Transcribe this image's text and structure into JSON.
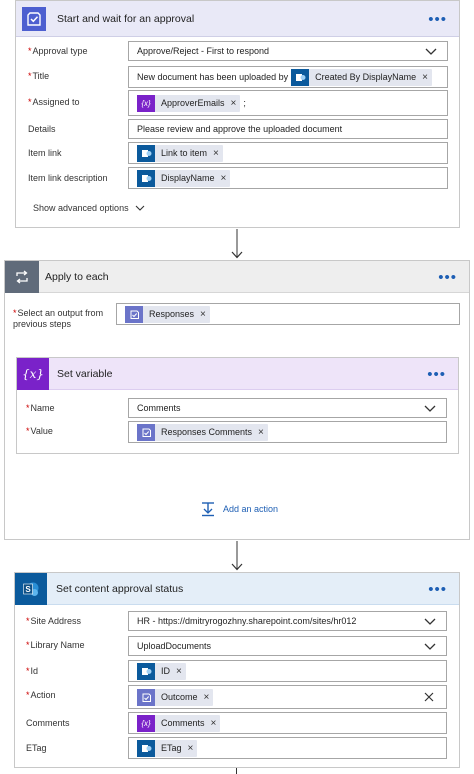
{
  "approval": {
    "title": "Start and wait for an approval",
    "more": "•••",
    "fields": {
      "approval_type": {
        "label": "Approval type",
        "value": "Approve/Reject - First to respond"
      },
      "title": {
        "label": "Title",
        "text": "New document has been uploaded by",
        "token": "Created By DisplayName"
      },
      "assigned_to": {
        "label": "Assigned to",
        "token": "ApproverEmails",
        "suffix": ";"
      },
      "details": {
        "label": "Details",
        "value": "Please review and approve the uploaded document"
      },
      "item_link": {
        "label": "Item link",
        "token": "Link to item"
      },
      "item_link_description": {
        "label": "Item link description",
        "token": "DisplayName"
      }
    },
    "advanced": "Show advanced options"
  },
  "apply_to_each": {
    "title": "Apply to each",
    "more": "•••",
    "select_label_line1": "Select an output from",
    "select_label_line2": "previous steps",
    "token": "Responses",
    "set_variable": {
      "title": "Set variable",
      "more": "•••",
      "name_label": "Name",
      "name_value": "Comments",
      "value_label": "Value",
      "value_token": "Responses Comments"
    },
    "add_action": "Add an action"
  },
  "content_approval": {
    "title": "Set content approval status",
    "more": "•••",
    "site_address": {
      "label": "Site Address",
      "value": "HR - https://dmitryrogozhny.sharepoint.com/sites/hr012"
    },
    "library_name": {
      "label": "Library Name",
      "value": "UploadDocuments"
    },
    "id": {
      "label": "Id",
      "token": "ID"
    },
    "action": {
      "label": "Action",
      "token": "Outcome"
    },
    "comments": {
      "label": "Comments",
      "token": "Comments"
    },
    "etag": {
      "label": "ETag",
      "token": "ETag"
    }
  },
  "required_mark": "*",
  "token_close": "×",
  "colors": {
    "approval_header": "#e9e9f7",
    "apply_header": "#eeeeee",
    "variable_header": "#eee4f9",
    "sharepoint_header": "#e4eef8",
    "link_blue": "#1e5fb4"
  }
}
